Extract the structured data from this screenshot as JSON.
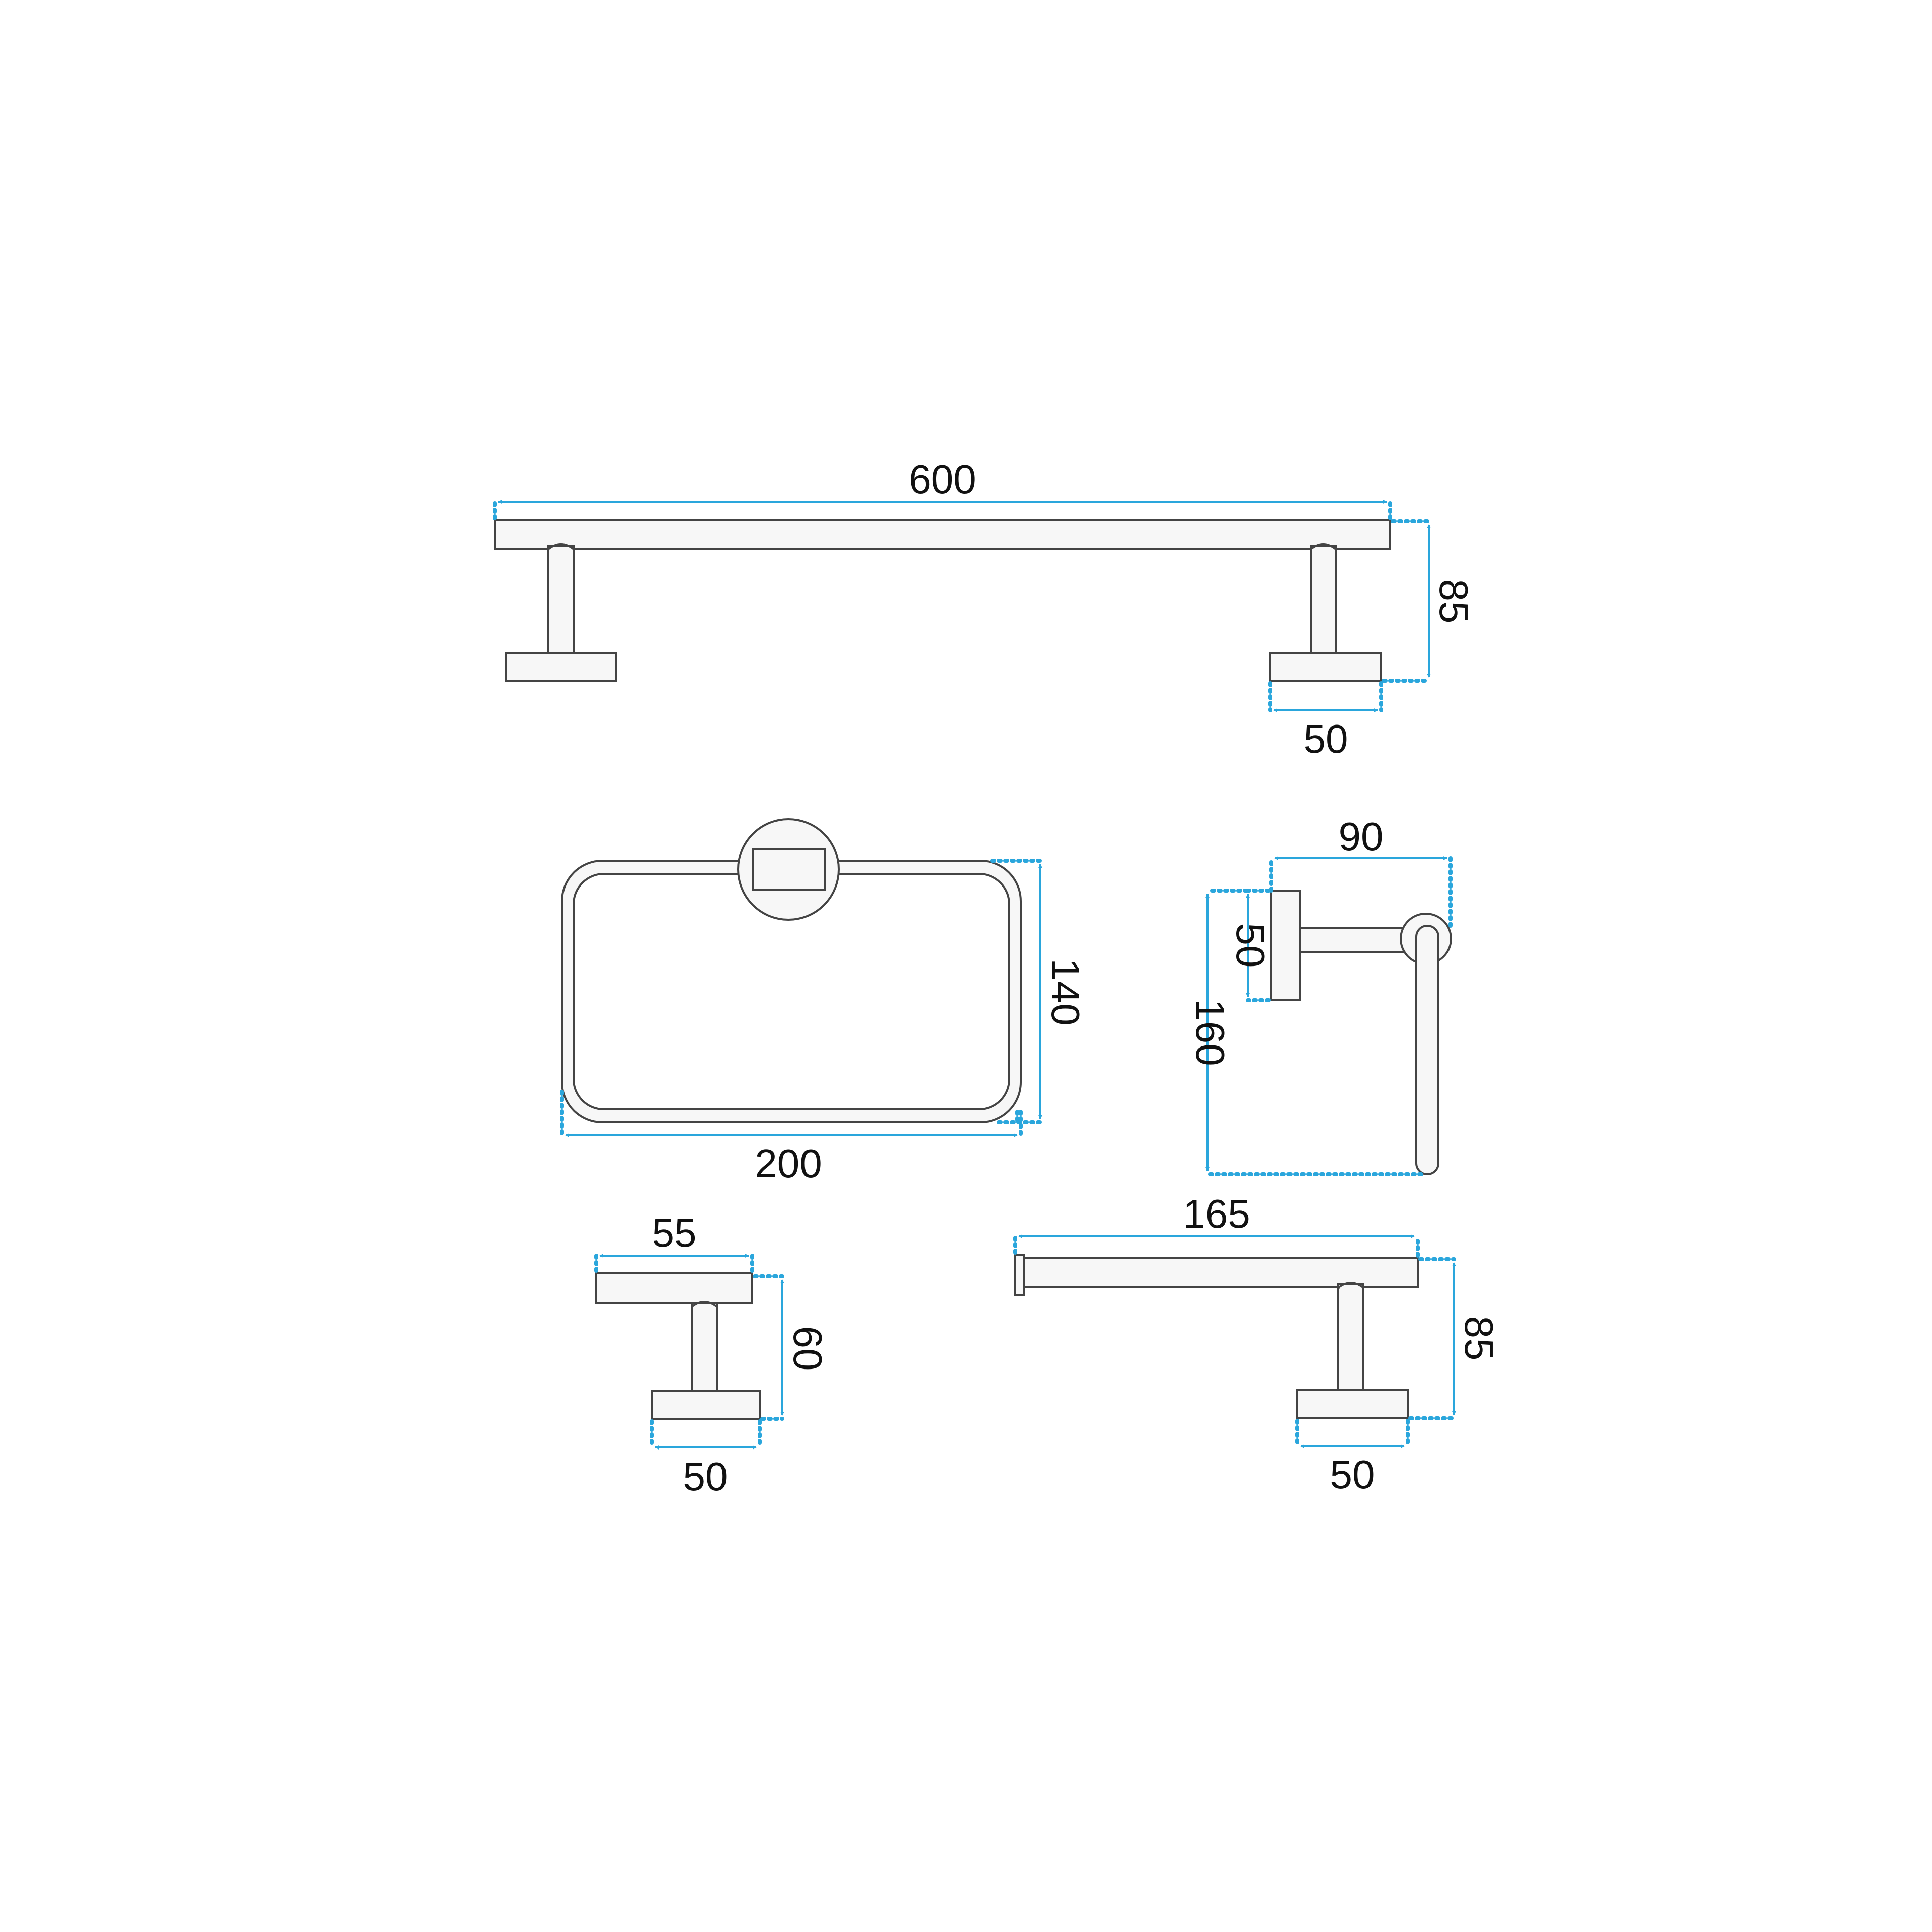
{
  "colors": {
    "dimension": "#2aa6dc",
    "outline": "#444444",
    "fill": "#f7f7f7",
    "text": "#111111"
  },
  "towel_bar": {
    "length": "600",
    "height": "85",
    "base": "50"
  },
  "towel_ring": {
    "height": "140",
    "width": "200"
  },
  "paper_holder": {
    "depth": "90",
    "base": "50",
    "height": "160"
  },
  "robe_hook": {
    "width": "55",
    "height": "60",
    "base": "50"
  },
  "roll_holder": {
    "length": "165",
    "height": "85",
    "base": "50"
  }
}
